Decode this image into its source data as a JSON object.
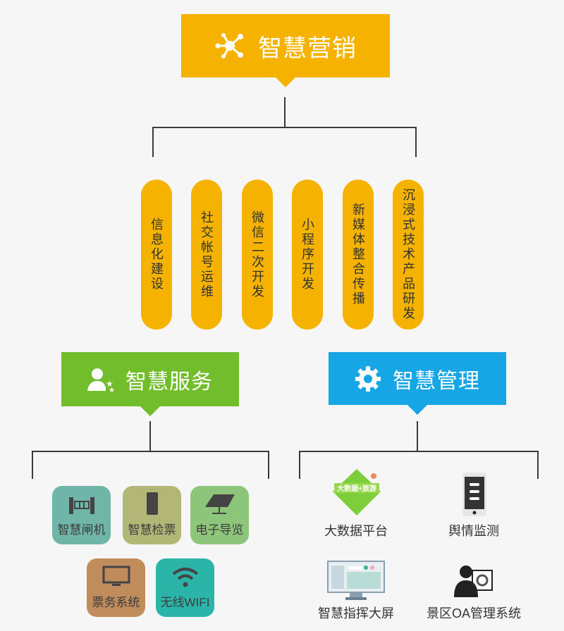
{
  "top": {
    "title": "智慧营销",
    "color": "#f5b300",
    "icon": "network-hub-icon"
  },
  "pills": [
    "信息化建设",
    "社交帐号运维",
    "微信二次开发",
    "小程序开发",
    "新媒体整合传播",
    "沉浸式技术产品研发"
  ],
  "service": {
    "title": "智慧服务",
    "color": "#72bd2c",
    "icon": "user-stars-icon",
    "tiles": [
      {
        "label": "智慧闸机",
        "color": "#6fb6a8",
        "icon": "gate-icon"
      },
      {
        "label": "智慧检票",
        "color": "#b2b676",
        "icon": "phone-icon"
      },
      {
        "label": "电子导览",
        "color": "#8dc57b",
        "icon": "screen-stand-icon"
      },
      {
        "label": "票务系统",
        "color": "#c08c5c",
        "icon": "monitor-icon"
      },
      {
        "label": "无线WIFI",
        "color": "#2bb5a8",
        "icon": "wifi-icon"
      }
    ]
  },
  "manage": {
    "title": "智慧管理",
    "color": "#16a5e5",
    "icon": "gear-icon",
    "items": [
      {
        "label": "大数据平台",
        "icon": "big-data-badge-icon",
        "logo_text": "大数据+旅游"
      },
      {
        "label": "舆情监测",
        "icon": "smartphone-icon"
      },
      {
        "label": "智慧指挥大屏",
        "icon": "dashboard-monitor-icon"
      },
      {
        "label": "景区OA管理系统",
        "icon": "manager-gear-icon"
      }
    ]
  }
}
